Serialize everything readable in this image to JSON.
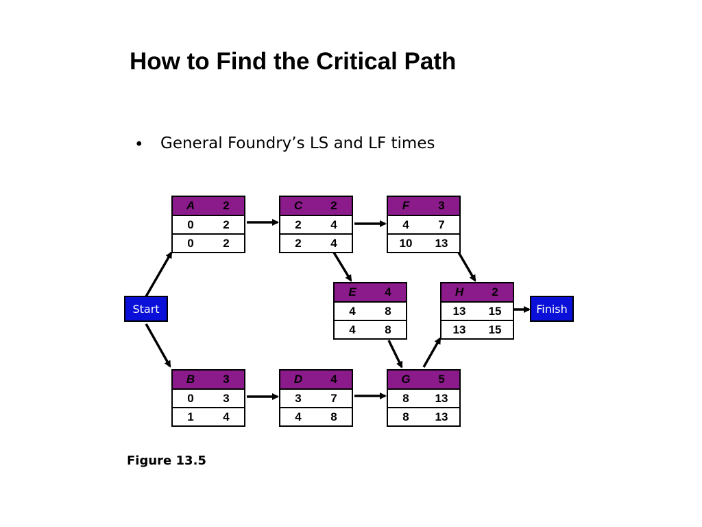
{
  "title": "How to Find the Critical Path",
  "bullet": "General Foundry’s LS and LF times",
  "caption": "Figure 13.5",
  "colors": {
    "header": "#8b1a8a",
    "terminal": "#0a10d8"
  },
  "start_label": "Start",
  "finish_label": "Finish",
  "nodes": {
    "A": {
      "name": "A",
      "time": "2",
      "es": "0",
      "ef": "2",
      "ls": "0",
      "lf": "2"
    },
    "B": {
      "name": "B",
      "time": "3",
      "es": "0",
      "ef": "3",
      "ls": "1",
      "lf": "4"
    },
    "C": {
      "name": "C",
      "time": "2",
      "es": "2",
      "ef": "4",
      "ls": "2",
      "lf": "4"
    },
    "D": {
      "name": "D",
      "time": "4",
      "es": "3",
      "ef": "7",
      "ls": "4",
      "lf": "8"
    },
    "E": {
      "name": "E",
      "time": "4",
      "es": "4",
      "ef": "8",
      "ls": "4",
      "lf": "8"
    },
    "F": {
      "name": "F",
      "time": "3",
      "es": "4",
      "ef": "7",
      "ls": "10",
      "lf": "13"
    },
    "G": {
      "name": "G",
      "time": "5",
      "es": "8",
      "ef": "13",
      "ls": "8",
      "lf": "13"
    },
    "H": {
      "name": "H",
      "time": "2",
      "es": "13",
      "ef": "15",
      "ls": "13",
      "lf": "15"
    }
  },
  "edges": [
    [
      "Start",
      "A"
    ],
    [
      "Start",
      "B"
    ],
    [
      "A",
      "C"
    ],
    [
      "B",
      "D"
    ],
    [
      "C",
      "F"
    ],
    [
      "C",
      "E"
    ],
    [
      "D",
      "G"
    ],
    [
      "E",
      "G"
    ],
    [
      "F",
      "H"
    ],
    [
      "G",
      "H"
    ],
    [
      "H",
      "Finish"
    ]
  ]
}
